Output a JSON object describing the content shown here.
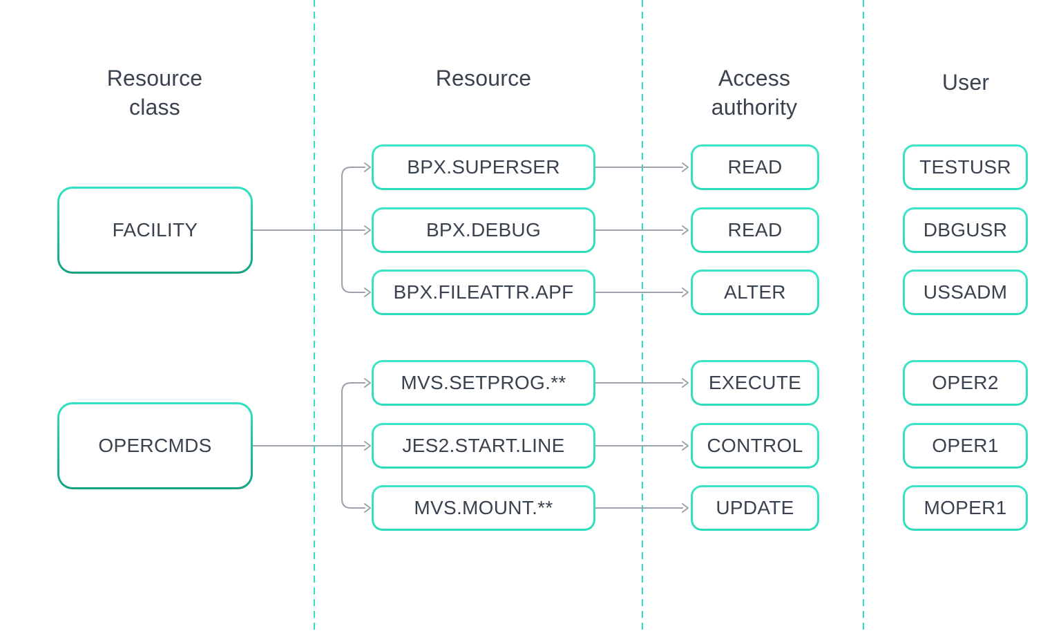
{
  "diagram": {
    "headers": [
      {
        "id": "resource-class",
        "label": "Resource\nclass"
      },
      {
        "id": "resource",
        "label": "Resource"
      },
      {
        "id": "access-authority",
        "label": "Access\nauthority"
      },
      {
        "id": "user",
        "label": "User"
      }
    ],
    "groups": [
      {
        "resource_class": "FACILITY",
        "rows": [
          {
            "resource": "BPX.SUPERSER",
            "access": "READ",
            "user": "TESTUSR"
          },
          {
            "resource": "BPX.DEBUG",
            "access": "READ",
            "user": "DBGUSR"
          },
          {
            "resource": "BPX.FILEATTR.APF",
            "access": "ALTER",
            "user": "USSADM"
          }
        ]
      },
      {
        "resource_class": "OPERCMDS",
        "rows": [
          {
            "resource": "MVS.SETPROG.**",
            "access": "EXECUTE",
            "user": "OPER2"
          },
          {
            "resource": "JES2.START.LINE",
            "access": "CONTROL",
            "user": "OPER1"
          },
          {
            "resource": "MVS.MOUNT.**",
            "access": "UPDATE",
            "user": "MOPER1"
          }
        ]
      }
    ]
  },
  "colors": {
    "background": "#FFFFFF",
    "text": "#3A424E",
    "accent_bright": "#32E2C4",
    "accent_dark": "#13A184",
    "box_border_top": "#3CE5C8",
    "box_border_bottom": "#2BDCB9",
    "separator": "#2BE0C4",
    "arrow": "#9AA1A9"
  }
}
